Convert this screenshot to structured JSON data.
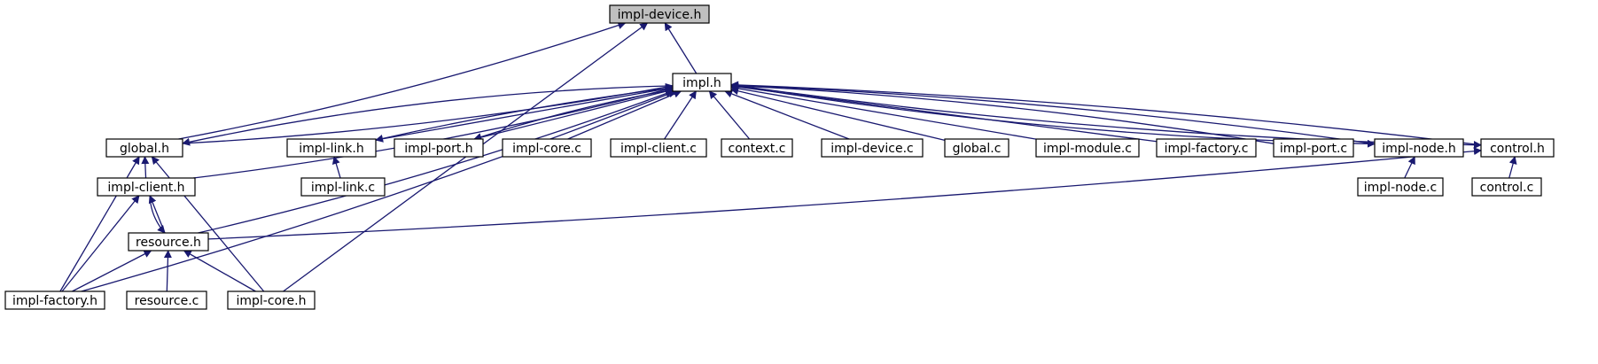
{
  "diagram": {
    "title": "",
    "colors": {
      "edge": "#191970",
      "node_border": "#000000",
      "focus_fill": "#bfbfbf",
      "node_fill": "#ffffff"
    },
    "nodes": [
      {
        "id": "impl-device-h",
        "label": "impl-device.h",
        "focus": true
      },
      {
        "id": "impl-h",
        "label": "impl.h"
      },
      {
        "id": "global-h",
        "label": "global.h"
      },
      {
        "id": "impl-link-h",
        "label": "impl-link.h"
      },
      {
        "id": "impl-port-h",
        "label": "impl-port.h"
      },
      {
        "id": "impl-core-c",
        "label": "impl-core.c"
      },
      {
        "id": "impl-client-c",
        "label": "impl-client.c"
      },
      {
        "id": "context-c",
        "label": "context.c"
      },
      {
        "id": "impl-device-c",
        "label": "impl-device.c"
      },
      {
        "id": "global-c",
        "label": "global.c"
      },
      {
        "id": "impl-module-c",
        "label": "impl-module.c"
      },
      {
        "id": "impl-factory-c",
        "label": "impl-factory.c"
      },
      {
        "id": "impl-port-c",
        "label": "impl-port.c"
      },
      {
        "id": "impl-node-h",
        "label": "impl-node.h"
      },
      {
        "id": "control-h",
        "label": "control.h"
      },
      {
        "id": "impl-client-h",
        "label": "impl-client.h"
      },
      {
        "id": "impl-link-c",
        "label": "impl-link.c"
      },
      {
        "id": "impl-node-c",
        "label": "impl-node.c"
      },
      {
        "id": "control-c",
        "label": "control.c"
      },
      {
        "id": "resource-h",
        "label": "resource.h"
      },
      {
        "id": "impl-factory-h",
        "label": "impl-factory.h"
      },
      {
        "id": "resource-c",
        "label": "resource.c"
      },
      {
        "id": "impl-core-h",
        "label": "impl-core.h"
      }
    ],
    "edges": [
      {
        "from": "impl-device-h",
        "to": "impl-h"
      },
      {
        "from": "impl-device-h",
        "to": "global-h"
      },
      {
        "from": "impl-device-h",
        "to": "impl-core-h"
      },
      {
        "from": "impl-h",
        "to": "global-h"
      },
      {
        "from": "impl-h",
        "to": "impl-link-h"
      },
      {
        "from": "impl-h",
        "to": "impl-port-h"
      },
      {
        "from": "impl-h",
        "to": "impl-core-c"
      },
      {
        "from": "impl-h",
        "to": "impl-client-c"
      },
      {
        "from": "impl-h",
        "to": "context-c"
      },
      {
        "from": "impl-h",
        "to": "impl-device-c"
      },
      {
        "from": "impl-h",
        "to": "global-c"
      },
      {
        "from": "impl-h",
        "to": "impl-module-c"
      },
      {
        "from": "impl-h",
        "to": "impl-factory-c"
      },
      {
        "from": "impl-h",
        "to": "impl-port-c"
      },
      {
        "from": "impl-h",
        "to": "impl-node-h"
      },
      {
        "from": "impl-h",
        "to": "control-h"
      },
      {
        "from": "impl-h",
        "to": "impl-client-h"
      },
      {
        "from": "impl-h",
        "to": "resource-h"
      },
      {
        "from": "impl-h",
        "to": "impl-factory-h"
      },
      {
        "from": "global-h",
        "to": "impl-h"
      },
      {
        "from": "impl-link-h",
        "to": "impl-h"
      },
      {
        "from": "impl-port-h",
        "to": "impl-h"
      },
      {
        "from": "impl-node-h",
        "to": "impl-h"
      },
      {
        "from": "control-h",
        "to": "impl-h"
      },
      {
        "from": "global-h",
        "to": "impl-client-h"
      },
      {
        "from": "global-h",
        "to": "impl-factory-h"
      },
      {
        "from": "global-h",
        "to": "impl-core-h"
      },
      {
        "from": "impl-link-h",
        "to": "impl-link-c"
      },
      {
        "from": "impl-node-h",
        "to": "impl-node-c"
      },
      {
        "from": "control-h",
        "to": "control-c"
      },
      {
        "from": "control-h",
        "to": "resource-h"
      },
      {
        "from": "impl-client-h",
        "to": "resource-h"
      },
      {
        "from": "resource-h",
        "to": "impl-client-h"
      },
      {
        "from": "impl-client-h",
        "to": "impl-factory-h"
      },
      {
        "from": "resource-h",
        "to": "impl-factory-h"
      },
      {
        "from": "resource-h",
        "to": "resource-c"
      },
      {
        "from": "resource-h",
        "to": "impl-core-h"
      }
    ]
  }
}
